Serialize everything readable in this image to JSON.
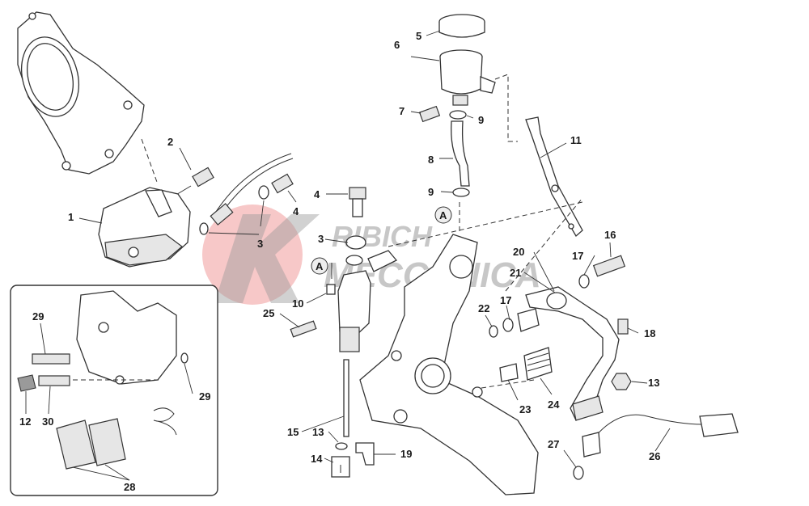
{
  "watermark": {
    "line1": "RIBICH",
    "line2": "MECCANICA",
    "color": "#e23b3b"
  },
  "callout_marker": "A",
  "labels": {
    "l1": "1",
    "l2": "2",
    "l3a": "3",
    "l3b": "3",
    "l4a": "4",
    "l4b": "4",
    "l5": "5",
    "l6": "6",
    "l7": "7",
    "l8": "8",
    "l9a": "9",
    "l9b": "9",
    "l10": "10",
    "l11": "11",
    "l12": "12",
    "l13a": "13",
    "l13b": "13",
    "l14": "14",
    "l15": "15",
    "l16": "16",
    "l17a": "17",
    "l17b": "17",
    "l18": "18",
    "l19": "19",
    "l20": "20",
    "l21": "21",
    "l22": "22",
    "l23": "23",
    "l24": "24",
    "l25": "25",
    "l26": "26",
    "l27": "27",
    "l28": "28",
    "l29a": "29",
    "l29b": "29",
    "l30": "30"
  }
}
